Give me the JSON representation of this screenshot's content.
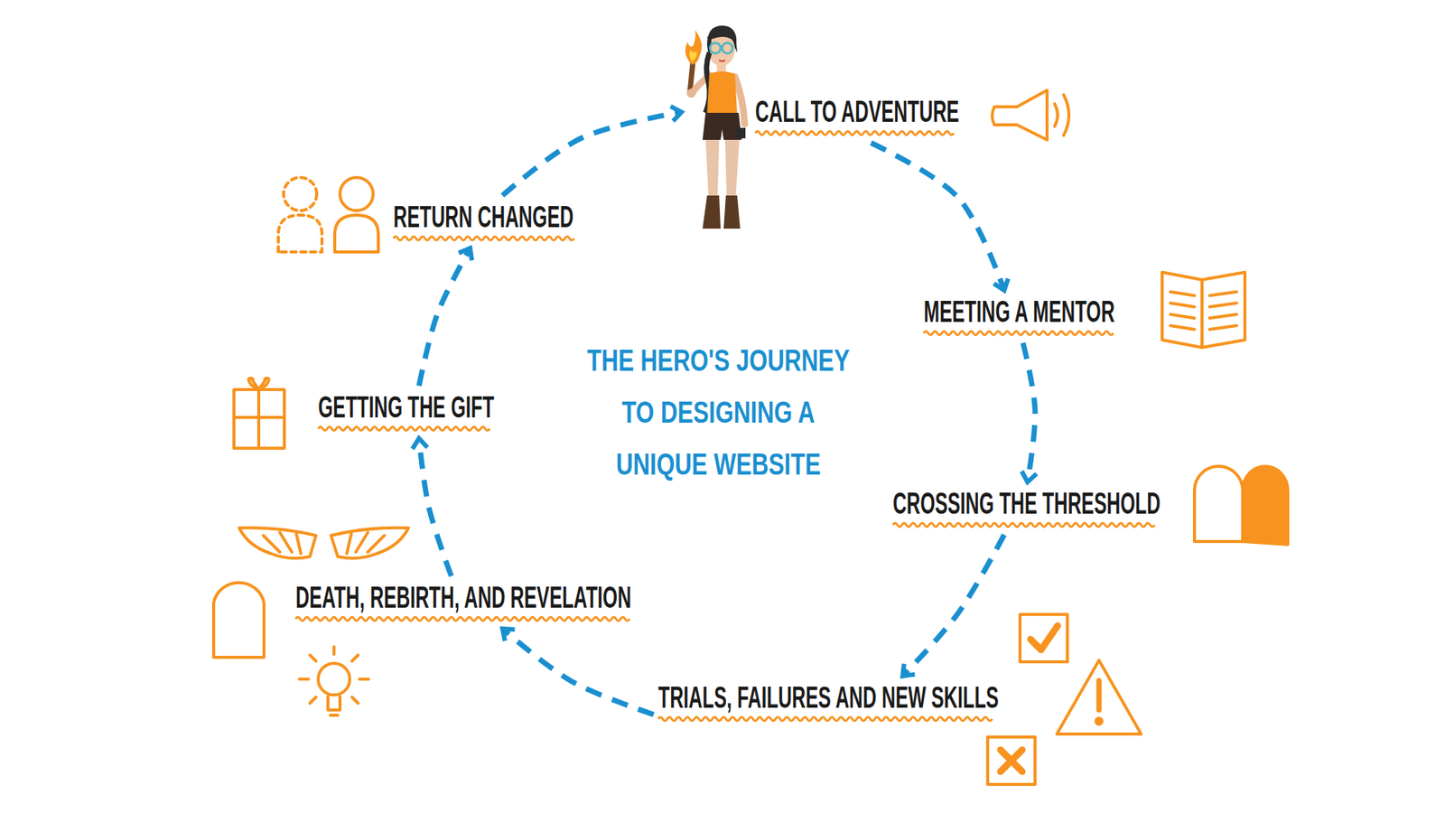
{
  "diagram": {
    "title": "THE HERO'S JOURNEY TO DESIGNING A UNIQUE WEBSITE",
    "nodes": [
      {
        "text": [
          "CALL TO ADVENTURE"
        ]
      },
      {
        "text": [
          "MEETING A MENTOR"
        ]
      },
      {
        "text": [
          "CROSSING THE THRESHOLD"
        ]
      },
      {
        "text": [
          "TRIALS, FAILURES AND NEW SKILLS"
        ]
      },
      {
        "text": [
          "DEATH, REBIRTH, AND REVELATION"
        ]
      },
      {
        "text": [
          "GETTING THE GIFT"
        ]
      },
      {
        "text": [
          "RETURN CHANGED"
        ]
      }
    ],
    "edges": [
      {
        "from": 0,
        "to": 1,
        "arrow": "to"
      },
      {
        "from": 1,
        "to": 2,
        "arrow": "to"
      },
      {
        "from": 2,
        "to": 3,
        "arrow": "to"
      },
      {
        "from": 3,
        "to": 4,
        "arrow": "to"
      },
      {
        "from": 4,
        "to": 5,
        "arrow": "to"
      },
      {
        "from": 5,
        "to": 6,
        "arrow": "to"
      },
      {
        "from": 6,
        "to": 0,
        "arrow": "to"
      }
    ]
  }
}
